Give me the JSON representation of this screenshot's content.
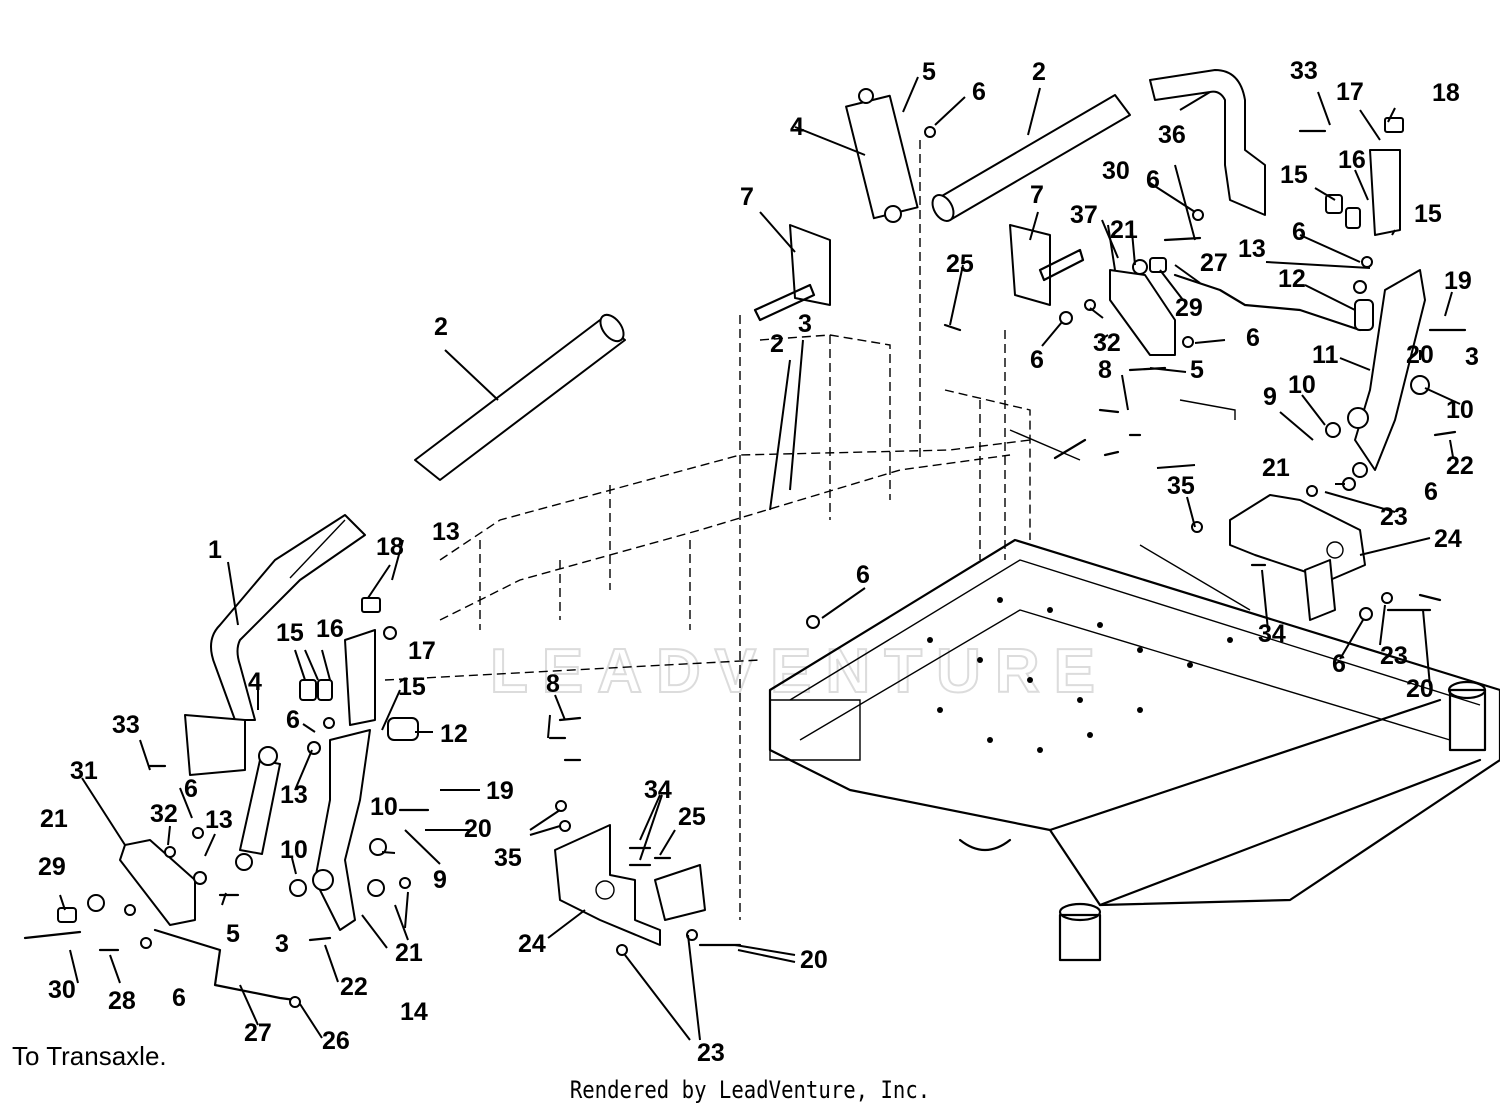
{
  "watermark": "LEADVENTURE",
  "note": "To Transaxle.",
  "credit": "Rendered by LeadVenture, Inc.",
  "callouts": [
    "1",
    "2",
    "2",
    "2",
    "3",
    "3",
    "3",
    "4",
    "4",
    "5",
    "5",
    "5",
    "6",
    "6",
    "6",
    "6",
    "6",
    "6",
    "6",
    "6",
    "6",
    "6",
    "6",
    "7",
    "7",
    "8",
    "8",
    "9",
    "9",
    "10",
    "10",
    "10",
    "10",
    "11",
    "12",
    "12",
    "13",
    "13",
    "13",
    "13",
    "14",
    "15",
    "15",
    "15",
    "15",
    "16",
    "16",
    "17",
    "17",
    "18",
    "18",
    "19",
    "19",
    "20",
    "20",
    "20",
    "20",
    "21",
    "21",
    "21",
    "21",
    "22",
    "22",
    "23",
    "23",
    "23",
    "24",
    "24",
    "25",
    "25",
    "26",
    "27",
    "27",
    "28",
    "29",
    "29",
    "30",
    "30",
    "31",
    "32",
    "32",
    "33",
    "33",
    "34",
    "34",
    "35",
    "35",
    "36",
    "37"
  ]
}
